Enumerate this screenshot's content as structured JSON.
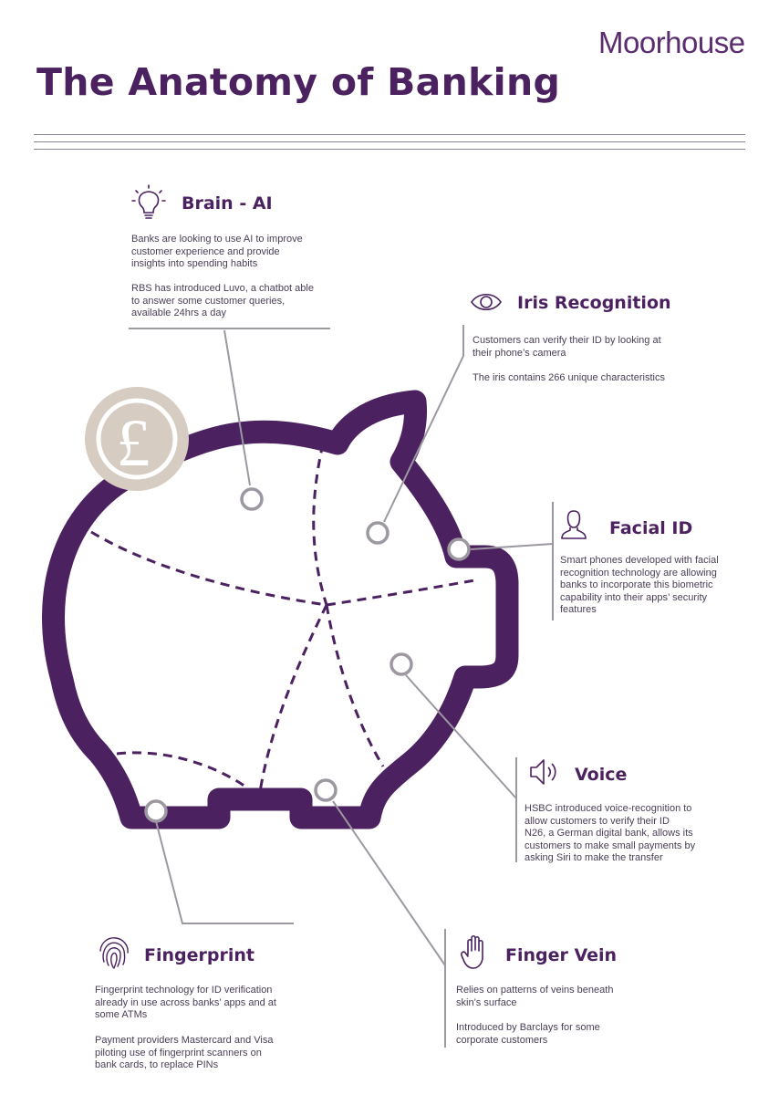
{
  "brand": "Moorhouse",
  "title": "The Anatomy of Banking",
  "coin_symbol": "£",
  "colors": {
    "primary": "#4b2160",
    "coin": "#d6ccc2",
    "connector": "#9c97a1",
    "text": "#4a3e57"
  },
  "features": {
    "brain": {
      "icon": "lightbulb-icon",
      "title": "Brain - AI",
      "lines1": [
        "Banks are looking to use AI to improve",
        "customer experience and provide",
        "insights into spending habits"
      ],
      "lines2": [
        "RBS has introduced Luvo, a chatbot able",
        "to answer some customer queries,",
        "available 24hrs a day"
      ]
    },
    "iris": {
      "icon": "eye-icon",
      "title": "Iris Recognition",
      "lines1": [
        "Customers can verify their ID by looking at",
        "their phone’s camera"
      ],
      "lines2": [
        "The iris contains 266 unique characteristics"
      ]
    },
    "facial": {
      "icon": "person-icon",
      "title": "Facial ID",
      "lines1": [
        "Smart phones developed with facial",
        "recognition technology are allowing",
        "banks to incorporate this biometric",
        "capability into their apps’ security",
        "features"
      ]
    },
    "voice": {
      "icon": "speaker-icon",
      "title": "Voice",
      "lines1": [
        "HSBC introduced voice-recognition to",
        "allow customers to verify their ID",
        "N26, a German digital bank, allows its",
        "customers to make small payments by",
        "asking Siri to make the transfer"
      ]
    },
    "fingerprint": {
      "icon": "fingerprint-icon",
      "title": "Fingerprint",
      "lines1": [
        "Fingerprint technology for ID verification",
        "already in use across banks’ apps and at",
        "some ATMs"
      ],
      "lines2": [
        "Payment providers Mastercard and Visa",
        "piloting use of fingerprint scanners on",
        "bank cards, to replace PINs"
      ]
    },
    "vein": {
      "icon": "hand-icon",
      "title": "Finger Vein",
      "lines1": [
        "Relies on patterns of veins beneath",
        "skin’s surface"
      ],
      "lines2": [
        "Introduced by Barclays for some",
        "corporate customers"
      ]
    }
  }
}
